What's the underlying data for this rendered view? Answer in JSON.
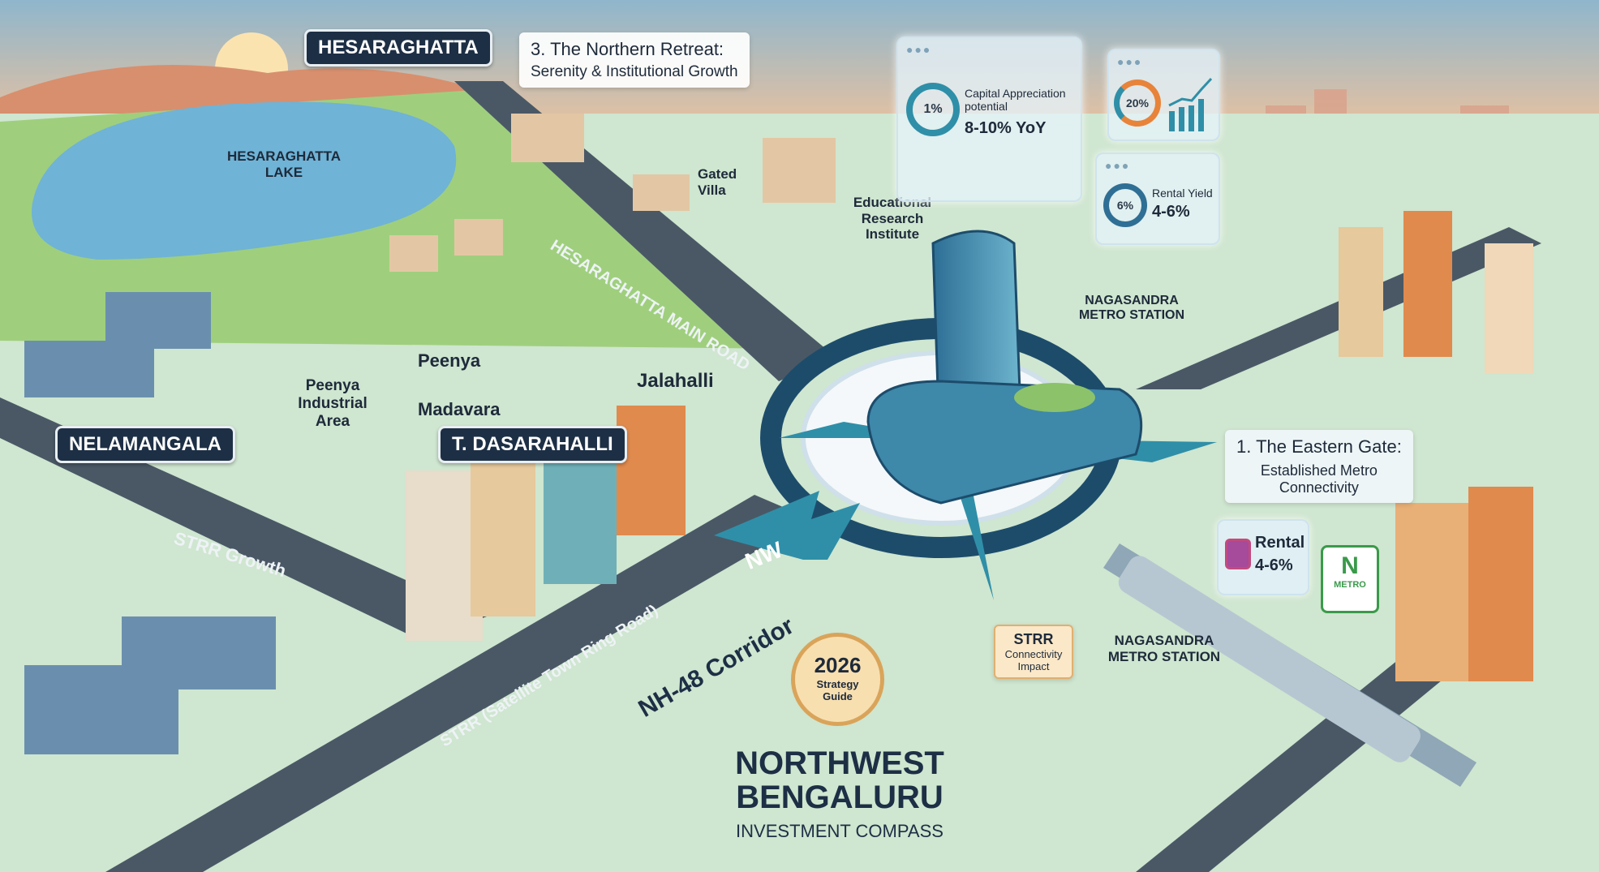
{
  "title": {
    "line1": "NORTHWEST",
    "line2": "BENGALURU",
    "line3": "INVESTMENT COMPASS"
  },
  "badge_2026": {
    "year": "2026",
    "line1": "Strategy",
    "line2": "Guide"
  },
  "places": {
    "hesaraghatta": "HESARAGHATTA",
    "hesaraghatta_lake": [
      "HESARAGHATTA",
      "LAKE"
    ],
    "gated_villa": [
      "Gated",
      "Villa"
    ],
    "educational_institute": [
      "Educational",
      "Research",
      "Institute"
    ],
    "peenya": "Peenya",
    "peenya_industrial": [
      "Peenya",
      "Industrial",
      "Area"
    ],
    "madavara": "Madavara",
    "jalahalli": "Jalahalli",
    "nelamangala": "NELAMANGALA",
    "t_dasarahalli": "T. DASARAHALLI",
    "nagasandra_top": [
      "NAGASANDRA",
      "METRO STATION"
    ],
    "nagasandra_bottom": [
      "NAGASANDRA",
      "METRO STATION"
    ]
  },
  "roads": {
    "hesaraghatta_main": "HESARAGHATTA MAIN ROAD",
    "strr_growth": "STRR Growth",
    "strr_full": "STRR (Satellite Town Ring Road)",
    "nh48": "NH-48 Corridor"
  },
  "compass": {
    "direction": "NW"
  },
  "callouts": {
    "northern": {
      "title": "3. The Northern Retreat:",
      "subtitle": "Serenity & Institutional Growth"
    },
    "eastern": {
      "title": "1. The Eastern Gate:",
      "subtitle_line1": "Established Metro",
      "subtitle_line2": "Connectivity"
    },
    "strr_impact": {
      "line1": "STRR",
      "line2": "Connectivity",
      "line3": "Impact"
    }
  },
  "panels": {
    "capital": {
      "donut": "1%",
      "label_line1": "Capital Appreciation",
      "label_line2": "potential",
      "value": "8-10% YoY"
    },
    "growth": {
      "donut": "20%"
    },
    "rental": {
      "donut": "6%",
      "label": "Rental Yield",
      "value": "4-6%"
    },
    "rental_card": {
      "label": "Rental",
      "value": "4-6%",
      "icon": "bus-icon"
    },
    "metro_logo": {
      "text": "METRO"
    }
  },
  "colors": {
    "navy": "#1d2f45",
    "teal": "#2f8fa8",
    "orange": "#e8833a",
    "grass": "#8cc26a",
    "road": "#4a5866"
  }
}
